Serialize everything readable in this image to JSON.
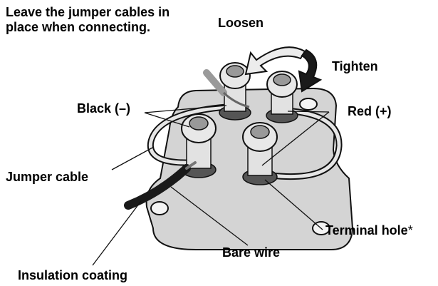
{
  "labels": {
    "note": "Leave the jumper cables in place when connecting.",
    "loosen": "Loosen",
    "tighten": "Tighten",
    "black": "Black (–)",
    "red": "Red (+)",
    "jumper_cable": "Jumper cable",
    "terminal_hole": "Terminal hole",
    "terminal_hole_mark": "*",
    "bare_wire": "Bare wire",
    "insulation_coating": "Insulation coating"
  },
  "colors": {
    "plate": "#d4d4d4",
    "plate_outline": "#111111",
    "terminal": "#e2e2e2",
    "terminal_dark": "#555555",
    "arrow_light": "#ececec",
    "arrow_dark": "#1a1a1a",
    "wire_black": "#1a1a1a",
    "wire_grey": "#9a9a9a"
  }
}
